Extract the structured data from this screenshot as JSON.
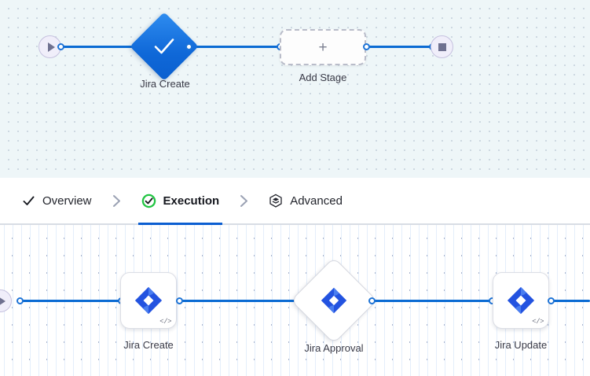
{
  "theme": {
    "edge_color": "#0b6bd3",
    "accent_blue": "#0b5ed1",
    "jira_blue": "#2353e0",
    "active_green": "#22c543",
    "top_canvas_bg": "#eef6f8",
    "bottom_canvas_bg": "#ffffff",
    "caption_color": "#383946"
  },
  "top_canvas": {
    "name": "pipeline-overview-canvas",
    "start_node": {
      "icon": "play-icon",
      "label": "Start"
    },
    "end_node": {
      "icon": "stop-icon",
      "label": "End"
    },
    "nodes": [
      {
        "id": "jira-create-stage",
        "label": "Jira Create",
        "icon": "checkmark-icon",
        "shape": "diamond",
        "status": "success"
      },
      {
        "id": "add-stage",
        "label": "Add Stage",
        "icon": "plus-icon",
        "shape": "dashed-rounded-rect"
      }
    ]
  },
  "tabbar": {
    "tabs": [
      {
        "id": "overview",
        "label": "Overview",
        "icon": "check-icon",
        "active": false
      },
      {
        "id": "execution",
        "label": "Execution",
        "icon": "check-circle-icon",
        "active": true
      },
      {
        "id": "advanced",
        "label": "Advanced",
        "icon": "layers-hexagon-icon",
        "active": false
      }
    ],
    "separator": "chevron-right-icon"
  },
  "bottom_canvas": {
    "name": "execution-steps-canvas",
    "start_node": {
      "icon": "play-icon",
      "label": "Start"
    },
    "nodes": [
      {
        "id": "jira-create-step",
        "label": "Jira Create",
        "icon": "jira-icon",
        "shape": "rounded-square",
        "badge": "</>"
      },
      {
        "id": "jira-approval-step",
        "label": "Jira Approval",
        "icon": "jira-icon",
        "shape": "diamond",
        "badge": ""
      },
      {
        "id": "jira-update-step",
        "label": "Jira Update",
        "icon": "jira-icon",
        "shape": "rounded-square",
        "badge": "</>"
      }
    ]
  }
}
